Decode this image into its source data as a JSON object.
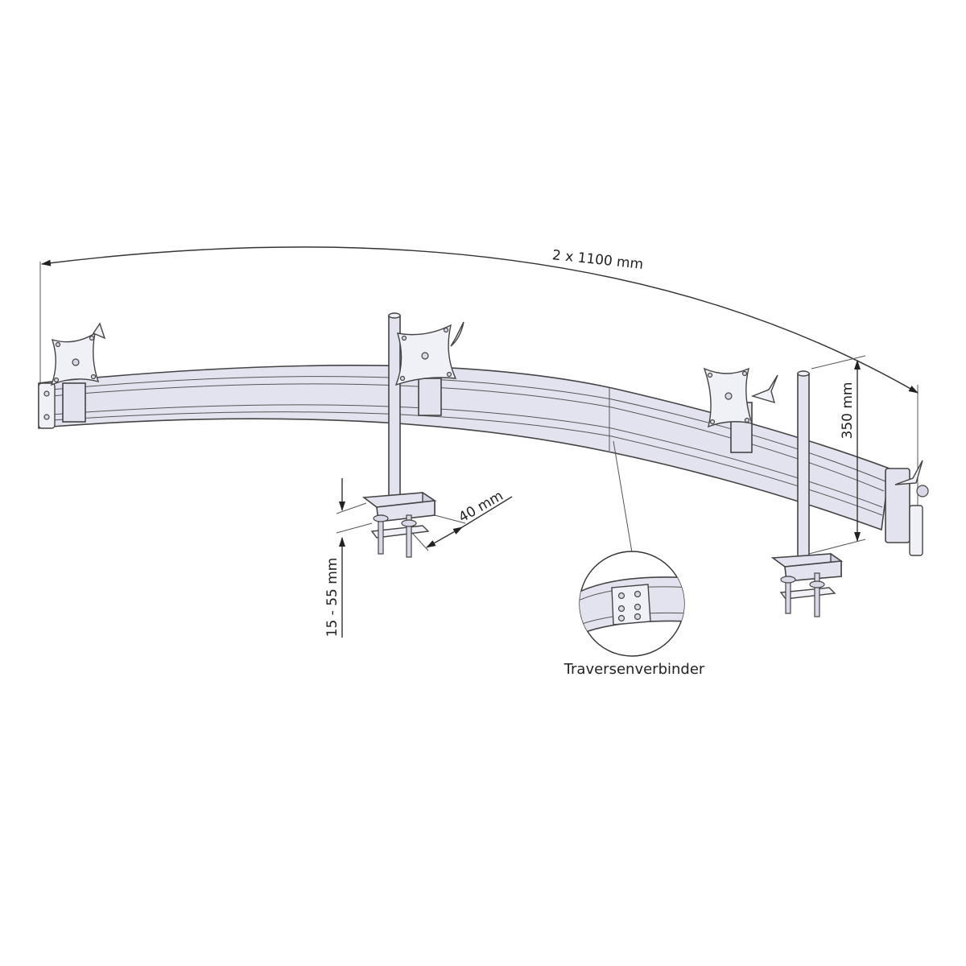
{
  "dimensions": {
    "total_width": "2 x 1100 mm",
    "height": "350 mm",
    "clamp_width": "40 mm",
    "desk_thickness": "15 - 55 mm"
  },
  "callout": {
    "label": "Traversenverbinder"
  }
}
